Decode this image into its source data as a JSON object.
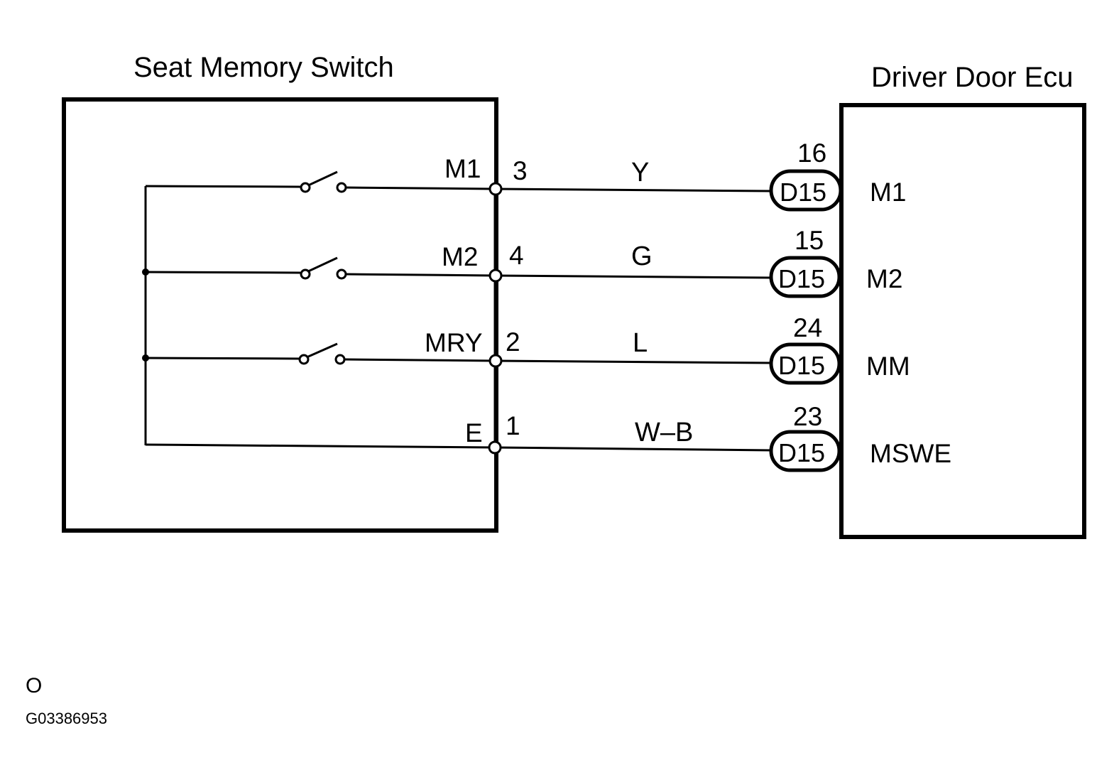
{
  "seat_switch": {
    "title": "Seat Memory Switch"
  },
  "ecu": {
    "title": "Driver Door Ecu"
  },
  "rows": [
    {
      "switch_pin": "M1",
      "pin_no": "3",
      "wire_color": "Y",
      "conn_pin": "16",
      "connector": "D15",
      "ecu_pin": "M1",
      "has_switch": true
    },
    {
      "switch_pin": "M2",
      "pin_no": "4",
      "wire_color": "G",
      "conn_pin": "15",
      "connector": "D15",
      "ecu_pin": "M2",
      "has_switch": true
    },
    {
      "switch_pin": "MRY",
      "pin_no": "2",
      "wire_color": "L",
      "conn_pin": "24",
      "connector": "D15",
      "ecu_pin": "MM",
      "has_switch": true
    },
    {
      "switch_pin": "E",
      "pin_no": "1",
      "wire_color": "W–B",
      "conn_pin": "23",
      "connector": "D15",
      "ecu_pin": "MSWE",
      "has_switch": false
    }
  ],
  "footer": {
    "mark": "O",
    "code": "G03386953"
  }
}
